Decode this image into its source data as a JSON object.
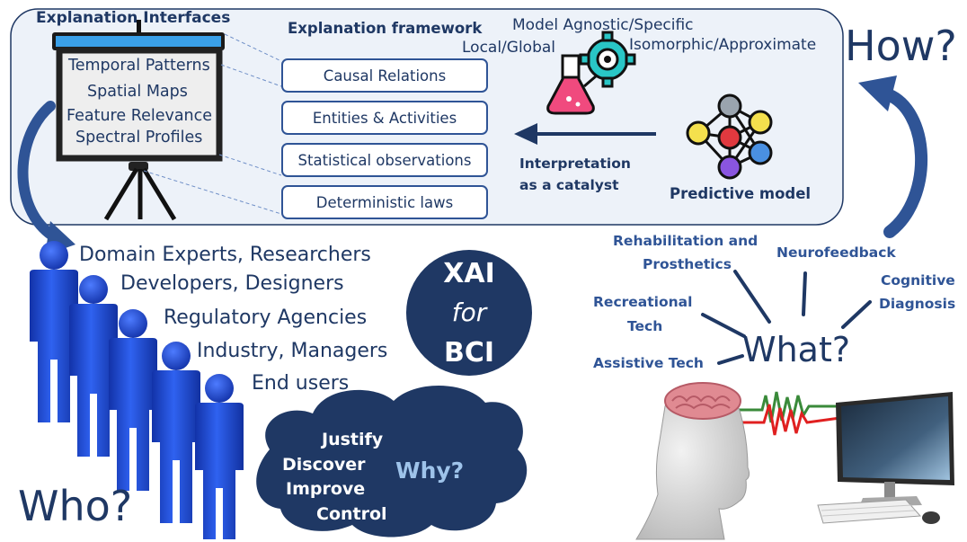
{
  "explanation_interfaces": {
    "title": "Explanation  Interfaces",
    "items": [
      "Temporal Patterns",
      "Spatial Maps",
      "Feature Relevance",
      "Spectral Profiles"
    ]
  },
  "explanation_framework": {
    "title": "Explanation framework",
    "boxes": [
      "Causal Relations",
      "Entities & Activities",
      "Statistical observations",
      "Deterministic laws"
    ]
  },
  "model_properties": {
    "agnostic_specific": "Model Agnostic/Specific",
    "local_global": "Local/Global",
    "isomorphic_approximate": "Isomorphic/Approximate"
  },
  "interpretation": {
    "line1": "Interpretation",
    "line2": "as a catalyst"
  },
  "predictive_model": "Predictive model",
  "how": "How?",
  "who": {
    "label": "Who?",
    "stakeholders": [
      "Domain Experts, Researchers",
      "Developers, Designers",
      "Regulatory Agencies",
      "Industry, Managers",
      "End users"
    ]
  },
  "center": {
    "line1": "XAI",
    "line2": "for",
    "line3": "BCI"
  },
  "why": {
    "label": "Why?",
    "reasons": [
      "Justify",
      "Discover",
      "Improve",
      "Control"
    ]
  },
  "what": {
    "label": "What?",
    "applications": [
      "Rehabilitation and",
      "Prosthetics",
      "Neurofeedback",
      "Cognitive",
      "Diagnosis",
      "Recreational",
      "Tech",
      "Assistive Tech"
    ]
  },
  "colors": {
    "navy": "#1f3864",
    "blue_accent": "#2f5496",
    "figure_blue": "#1f4fd6",
    "cloud": "#1f3864",
    "panel_bg": "#edf2f9"
  }
}
